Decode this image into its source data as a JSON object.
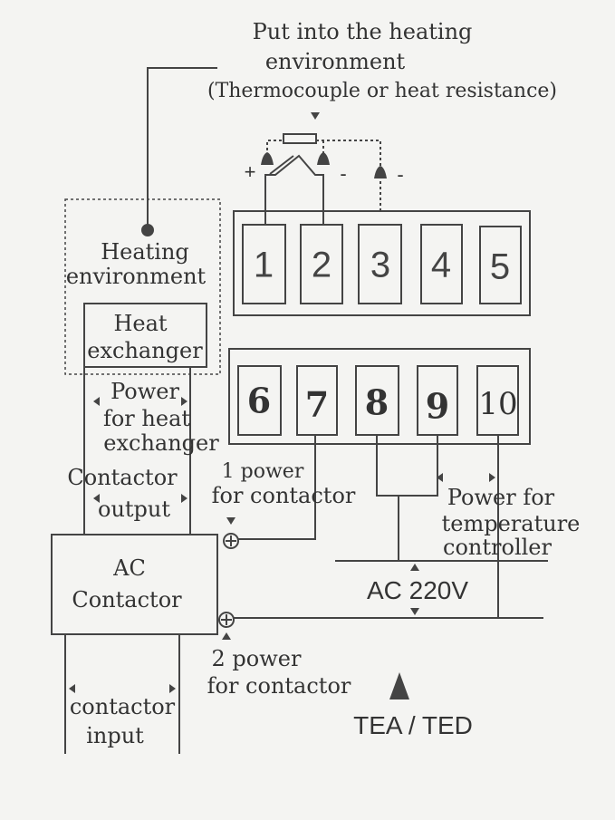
{
  "title": {
    "line1": "Put into the heating",
    "line2": "environment",
    "line3": "(Thermocouple or heat resistance)"
  },
  "sensor": {
    "plus": "+",
    "minus1": "-",
    "minus2": "-"
  },
  "top_terminals": [
    "1",
    "2",
    "3",
    "4",
    "5"
  ],
  "bottom_terminals": [
    "6",
    "7",
    "8",
    "9",
    "10"
  ],
  "heating_environment": {
    "line1": "Heating",
    "line2": "environment"
  },
  "heat_exchanger": {
    "line1": "Heat",
    "line2": "exchanger"
  },
  "power_heat_exchanger": {
    "line1": "Power",
    "line2": "for heat",
    "line3": "exchanger"
  },
  "contactor_output": {
    "line1": "Contactor",
    "line2": "output"
  },
  "power1": {
    "line1": "1 power",
    "line2": "for contactor"
  },
  "ac_contactor": {
    "line1": "AC",
    "line2": "Contactor"
  },
  "power2": {
    "line1": "2 power",
    "line2": "for contactor"
  },
  "contactor_input": {
    "line1": "contactor",
    "line2": "input"
  },
  "temp_power": {
    "line1": "Power for",
    "line2": "temperature",
    "line3": "controller"
  },
  "supply": "AC 220V",
  "model": "TEA / TED"
}
